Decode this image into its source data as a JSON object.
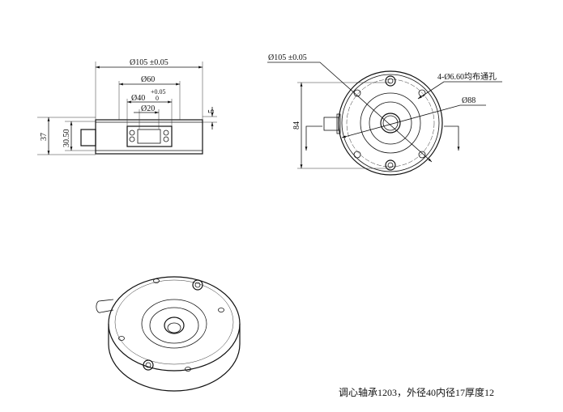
{
  "section_view": {
    "dim_outer": "Ø105 ±0.05",
    "dim_60": "Ø60",
    "dim_40": "Ø40",
    "tol_upper": "+0.05",
    "tol_lower": "0",
    "dim_20": "Ø20",
    "dim_5": "5",
    "dim_37": "37",
    "dim_3050": "30.50"
  },
  "top_view": {
    "dim_outer": "Ø105 ±0.05",
    "dim_holes": "4-Ø6.60均布通孔",
    "dim_88": "Ø88",
    "dim_84": "84"
  },
  "caption": "调心轴承1203，外径40内径17厚度12"
}
